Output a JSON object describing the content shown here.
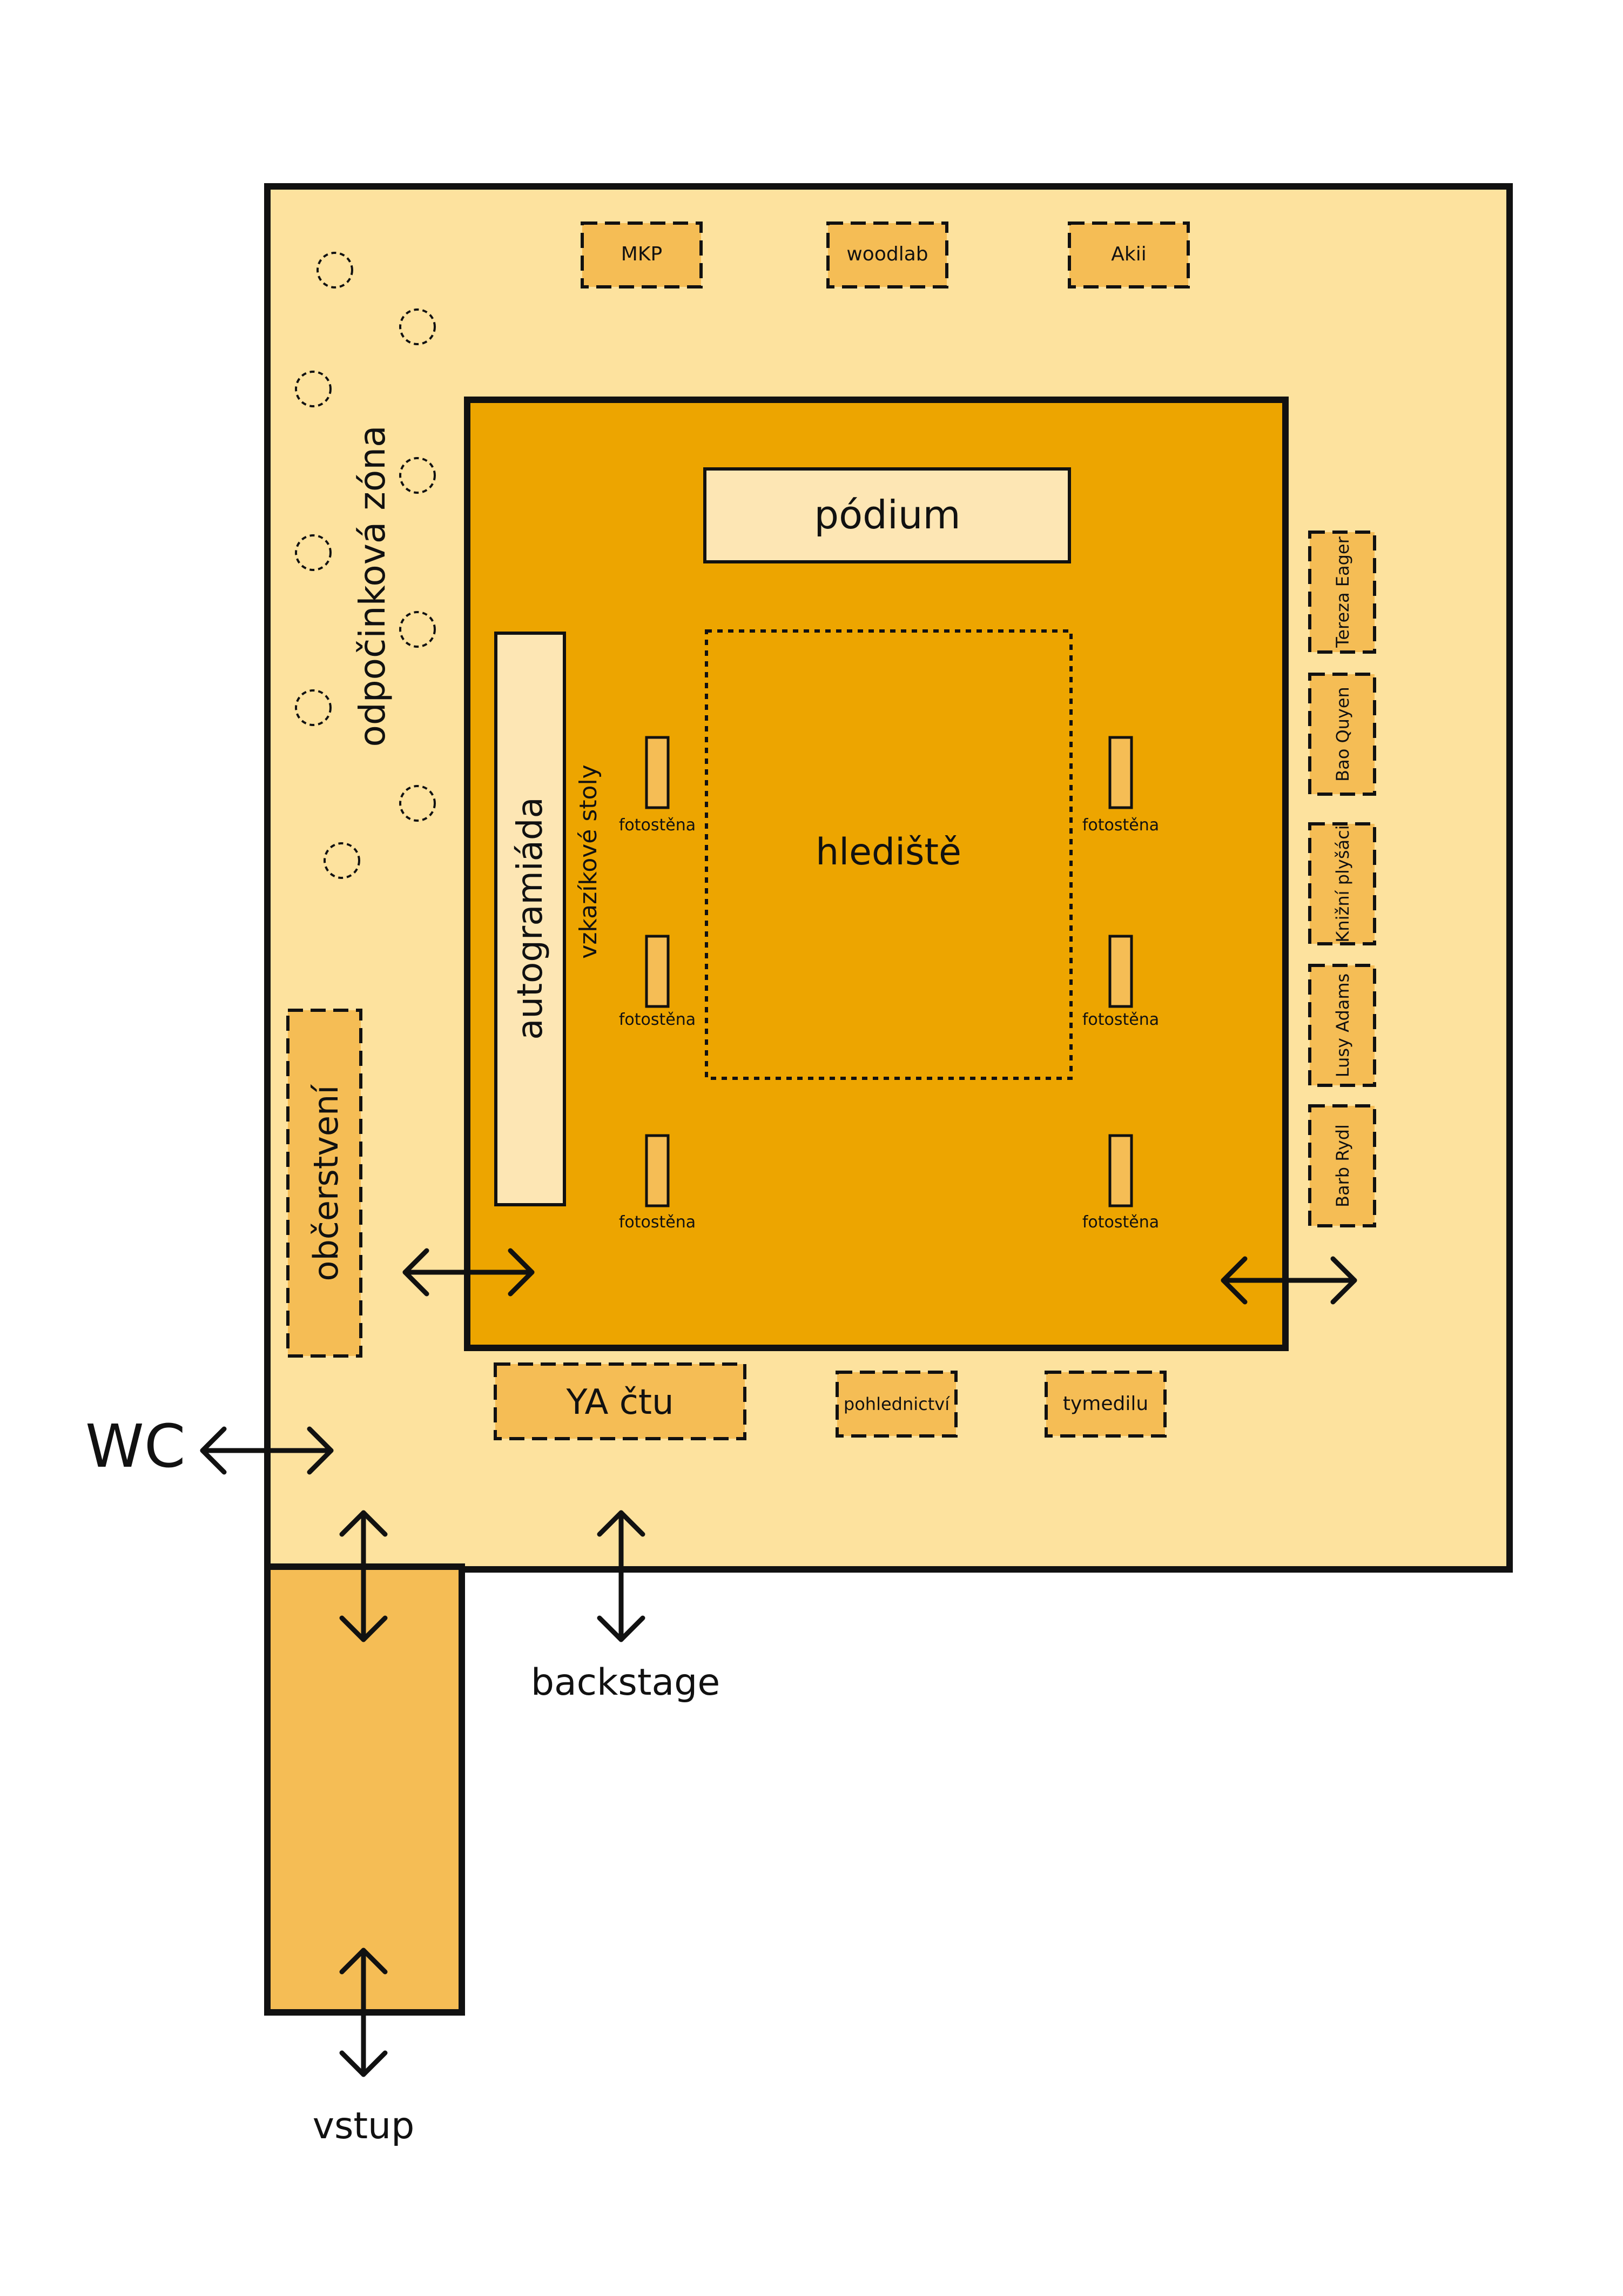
{
  "colors": {
    "outer_hall": "#FDE29E",
    "inner_hall": "#EDA500",
    "booth": "#F5BD55",
    "entry": "#F5BD55",
    "light_box": "#FDE6B4",
    "stroke": "#111111"
  },
  "labels": {
    "rest_zone": "odpočinková zóna",
    "stage": "pódium",
    "audience": "hlediště",
    "autographs": "autogramiáda",
    "bookmark_tables": "vzkazíkové stoly",
    "refreshments": "občerstvení",
    "wc": "WC",
    "backstage": "backstage",
    "entrance": "vstup",
    "photo_wall": "fotostěna"
  },
  "booths_top": [
    "MKP",
    "woodlab",
    "Akii"
  ],
  "booths_right": [
    "Tereza Eager",
    "Bao Quyen",
    "Knižní plyšáci",
    "Lusy Adams",
    "Barb Rydl"
  ],
  "booths_bottom": [
    "YA čtu",
    "pohlednictví",
    "tymedilu"
  ],
  "icons": {
    "arrows": "double-headed-arrow-icon",
    "tables": "round-table-icon"
  }
}
